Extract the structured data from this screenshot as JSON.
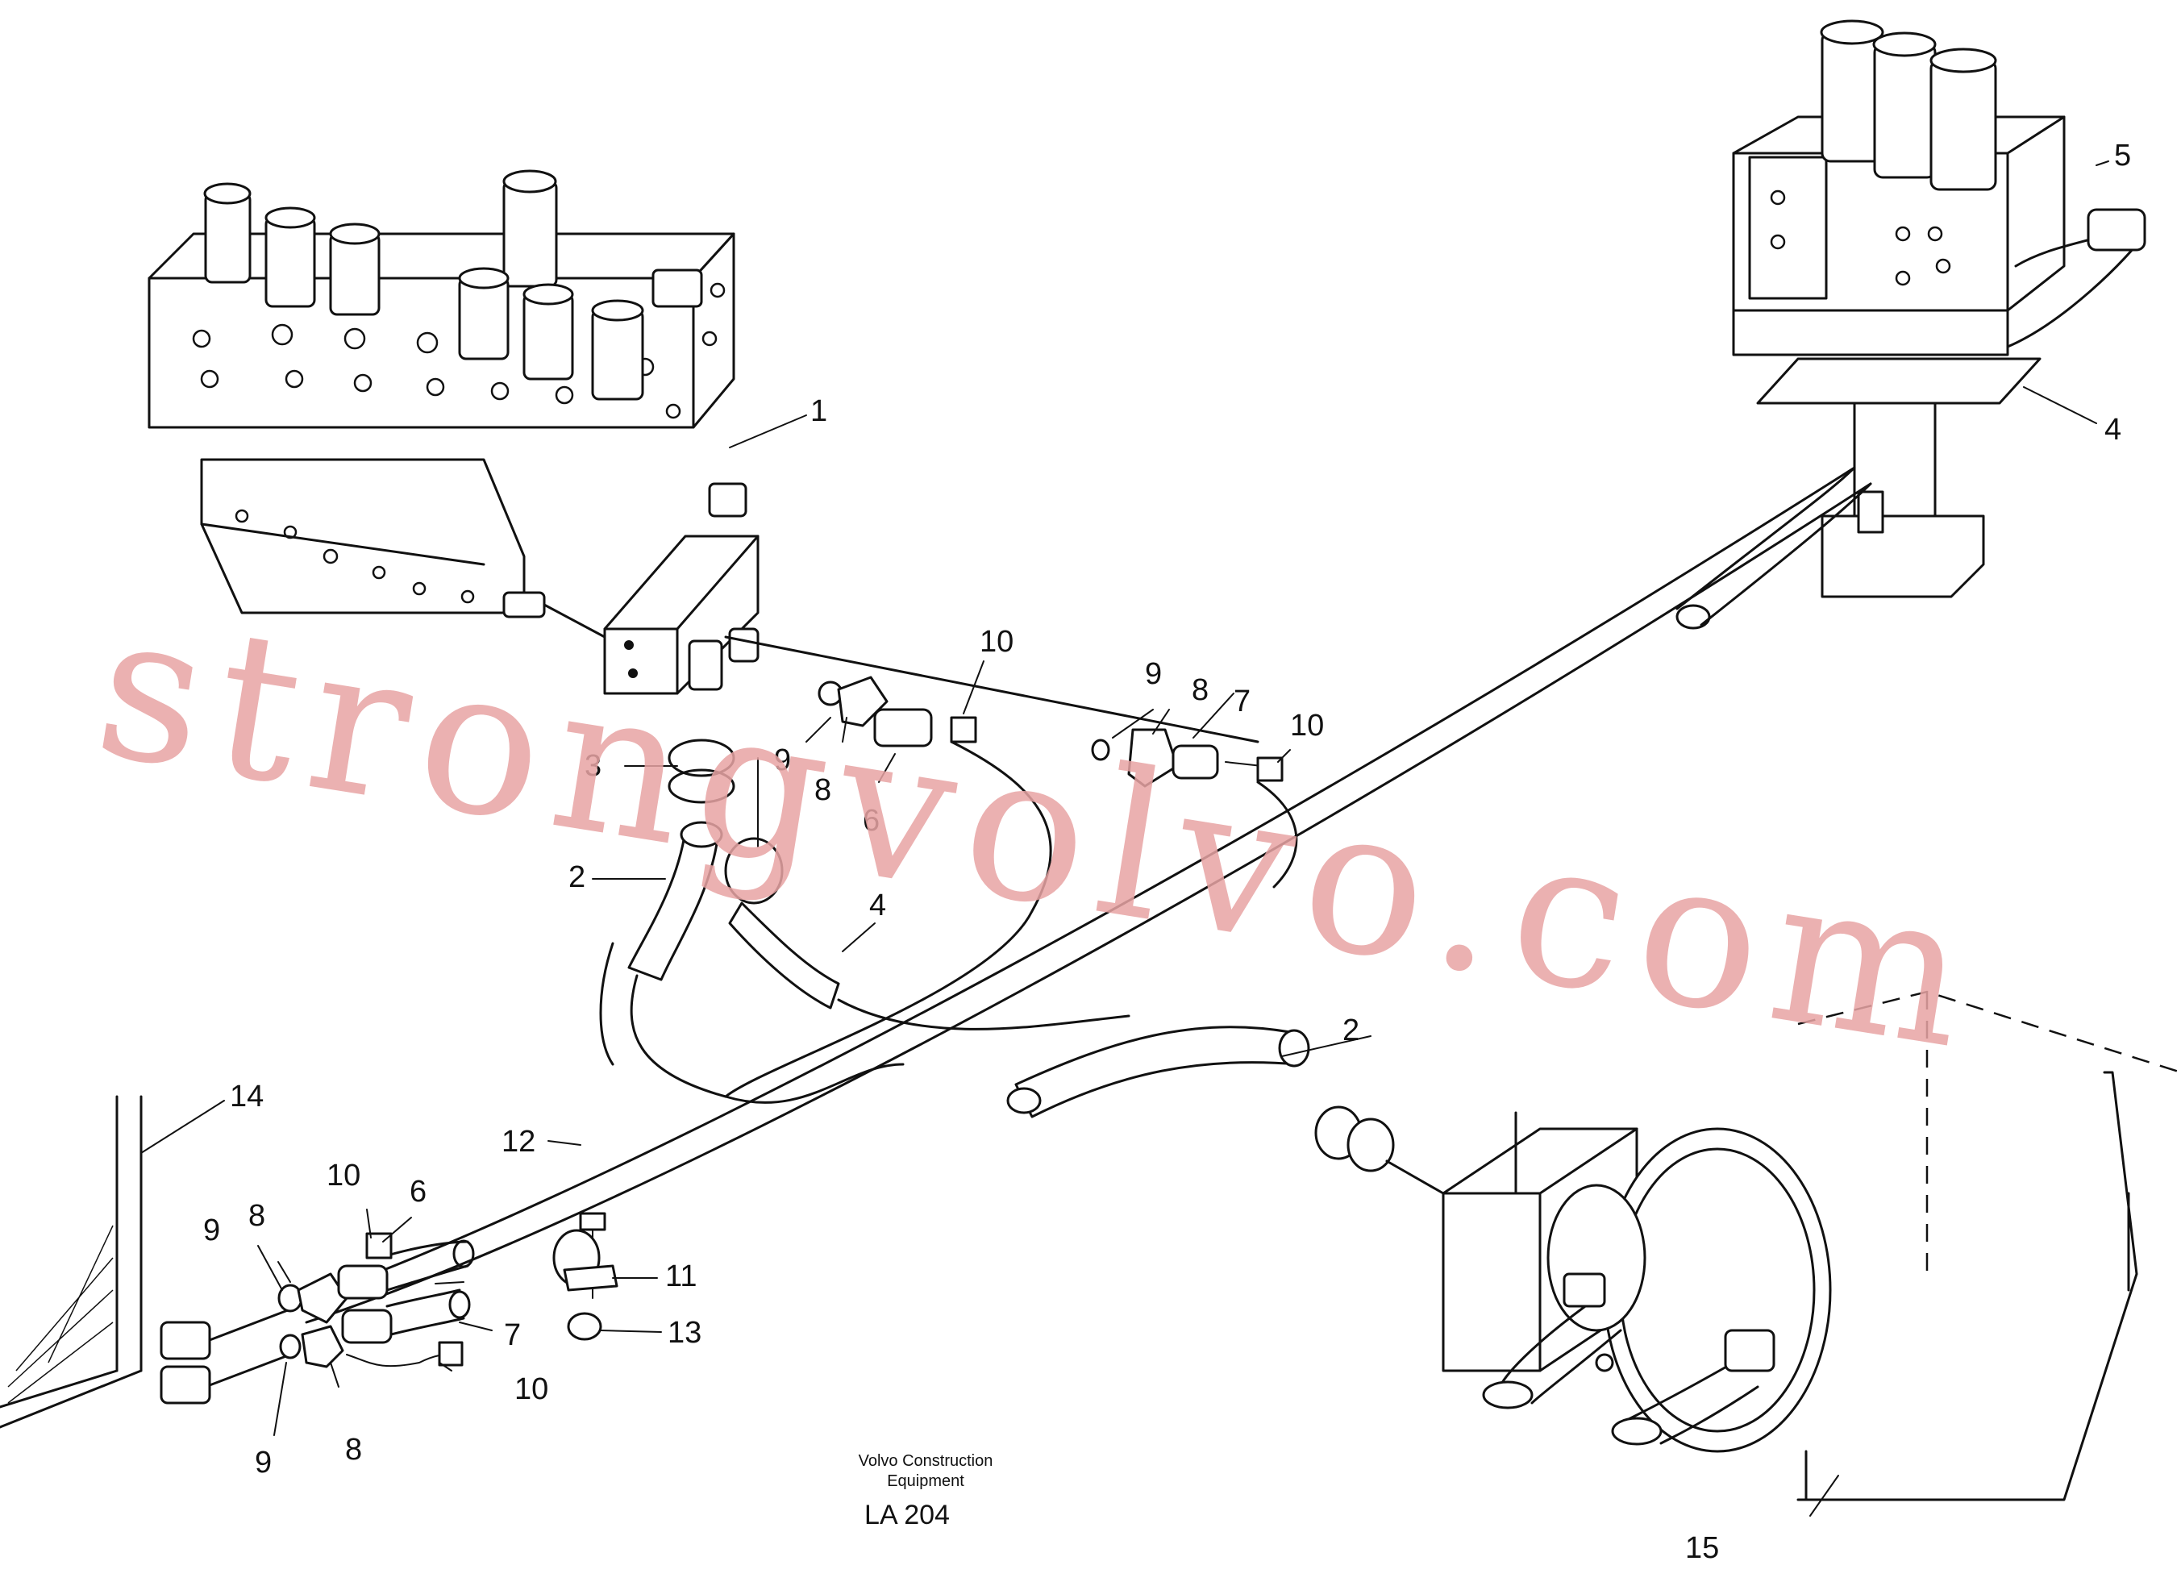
{
  "caption": {
    "line1": "Volvo Construction",
    "line2": "Equipment",
    "code": "LA 204"
  },
  "watermark": "strongvolvo.com",
  "callouts": [
    {
      "id": "c1",
      "text": "1"
    },
    {
      "id": "c2a",
      "text": "2"
    },
    {
      "id": "c2b",
      "text": "2"
    },
    {
      "id": "c3",
      "text": "3"
    },
    {
      "id": "c4a",
      "text": "4"
    },
    {
      "id": "c4b",
      "text": "4"
    },
    {
      "id": "c5",
      "text": "5"
    },
    {
      "id": "c6a",
      "text": "6"
    },
    {
      "id": "c6b",
      "text": "6"
    },
    {
      "id": "c7a",
      "text": "7"
    },
    {
      "id": "c7b",
      "text": "7"
    },
    {
      "id": "c8a",
      "text": "8"
    },
    {
      "id": "c8b",
      "text": "8"
    },
    {
      "id": "c8c",
      "text": "8"
    },
    {
      "id": "c8d",
      "text": "8"
    },
    {
      "id": "c9a",
      "text": "9"
    },
    {
      "id": "c9b",
      "text": "9"
    },
    {
      "id": "c9c",
      "text": "9"
    },
    {
      "id": "c9d",
      "text": "9"
    },
    {
      "id": "c10a",
      "text": "10"
    },
    {
      "id": "c10b",
      "text": "10"
    },
    {
      "id": "c10c",
      "text": "10"
    },
    {
      "id": "c10d",
      "text": "10"
    },
    {
      "id": "c11",
      "text": "11"
    },
    {
      "id": "c12",
      "text": "12"
    },
    {
      "id": "c13",
      "text": "13"
    },
    {
      "id": "c14",
      "text": "14"
    },
    {
      "id": "c15",
      "text": "15"
    }
  ]
}
